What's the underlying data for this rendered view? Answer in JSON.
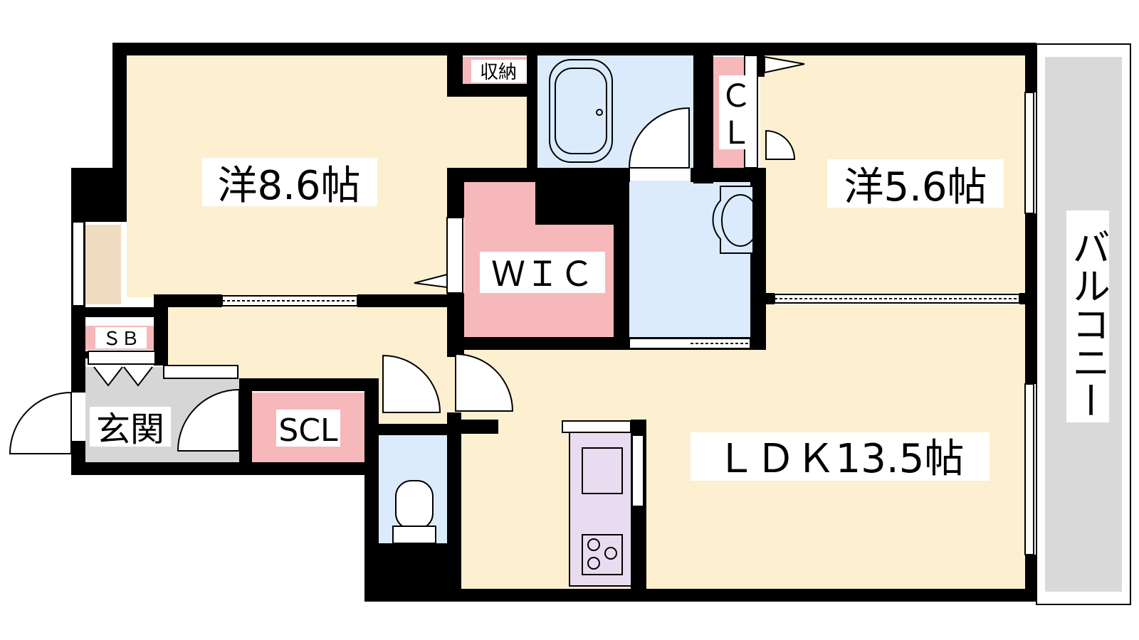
{
  "rooms": {
    "western_room_1": {
      "label": "洋8.6帖"
    },
    "western_room_2": {
      "label": "洋5.6帖"
    },
    "ldk": {
      "label": "ＬＤＫ13.5帖"
    },
    "wic": {
      "label": "ＷＩＣ"
    },
    "storage": {
      "label": "収納"
    },
    "closet": {
      "label_line1": "Ｃ",
      "label_line2": "Ｌ"
    },
    "shoe_box": {
      "label": "ＳＢ"
    },
    "entrance": {
      "label": "玄関"
    },
    "scl": {
      "label": "SCL"
    },
    "balcony": {
      "label": "バルコニー"
    }
  },
  "colors": {
    "wall": "#000000",
    "room_floor": "#fdf0d0",
    "water_area": "#dcebfb",
    "storage_pink": "#f7b8bb",
    "entrance_floor": "#d6d6d6",
    "kitchen": "#e9dcf0",
    "balcony": "#d9d9d9",
    "window_tan": "#efdcc0"
  }
}
